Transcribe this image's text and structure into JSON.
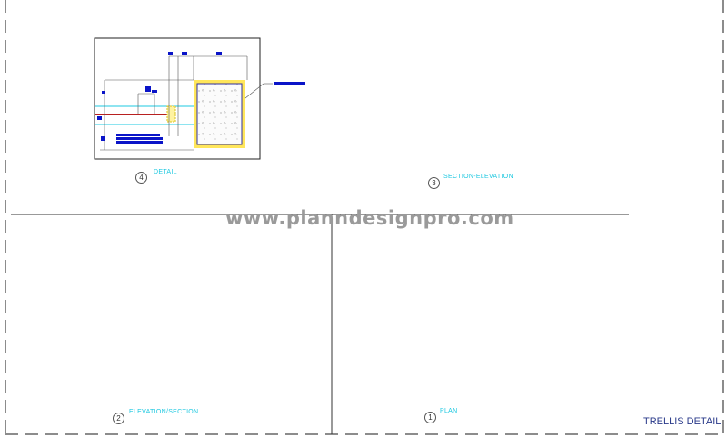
{
  "sheet": {
    "title": "TRELLIS DETAIL",
    "watermark": "www.planndesignpro.com"
  },
  "views": [
    {
      "id": "detail",
      "number": "4",
      "label": "DETAIL"
    },
    {
      "id": "section-elevation",
      "number": "3",
      "label": "SECTION-ELEVATION"
    },
    {
      "id": "elevation-section",
      "number": "2",
      "label": "ELEVATION/SECTION"
    },
    {
      "id": "plan",
      "number": "1",
      "label": "PLAN"
    }
  ],
  "colors": {
    "brick": "#e8504a",
    "beam_green": "#3ccd3c",
    "dim_blue": "#0a14c8",
    "cyan": "#1ec8e0",
    "soil_pink": "#e8a0a0",
    "grass": "#3a9a2a",
    "frame": "#222222"
  }
}
